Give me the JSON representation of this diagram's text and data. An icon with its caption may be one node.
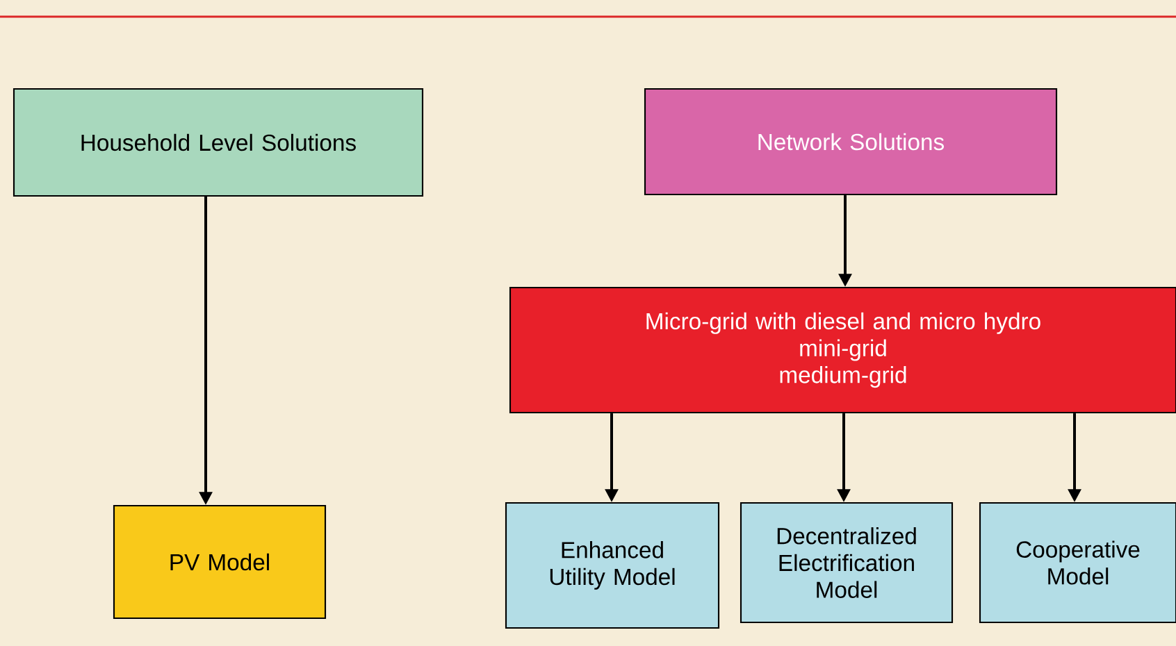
{
  "diagram": {
    "nodes": [
      {
        "text": [
          "Household Level Solutions"
        ]
      },
      {
        "text": [
          "Network Solutions"
        ]
      },
      {
        "text": [
          "Micro-grid with diesel and micro hydro",
          "mini-grid",
          "medium-grid"
        ]
      },
      {
        "text": [
          "PV Model"
        ]
      },
      {
        "text": [
          "Enhanced Utility Model"
        ]
      },
      {
        "text": [
          "Decentralized Electrification Model"
        ]
      },
      {
        "text": [
          "Cooperative Model"
        ]
      }
    ],
    "edges": [
      {
        "from": 0,
        "to": 3,
        "arrow": "to"
      },
      {
        "from": 1,
        "to": 2,
        "arrow": "to"
      },
      {
        "from": 2,
        "to": 4,
        "arrow": "to"
      },
      {
        "from": 2,
        "to": 5,
        "arrow": "to"
      },
      {
        "from": 2,
        "to": 6,
        "arrow": "to"
      }
    ]
  }
}
